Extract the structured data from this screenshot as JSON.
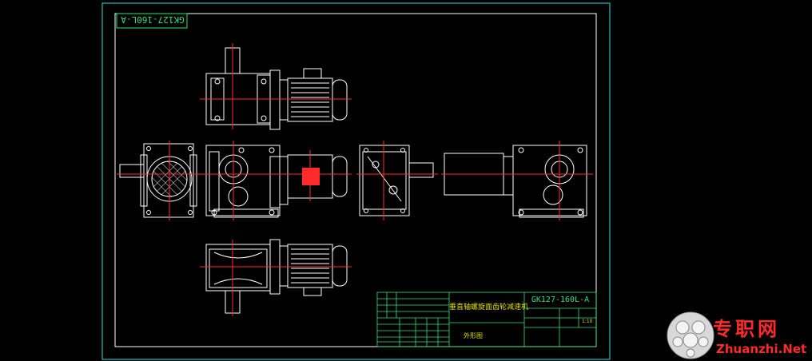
{
  "drawing": {
    "stamp_code": "GK127-160L-A",
    "titleblock_code": "GK127-160L-A",
    "titleblock_title": "垂直轴螺旋面齿轮减速机",
    "titleblock_subtitle": "外形图",
    "scale": "1:10"
  },
  "watermark": {
    "chinese": "专职网",
    "url": "Zhuanzhi.Net"
  },
  "colors": {
    "frame": "#ffffff",
    "border": "#2fe0e0",
    "centerline": "#ff2a2a",
    "table": "#2fe07a",
    "label": "#e0e000"
  }
}
